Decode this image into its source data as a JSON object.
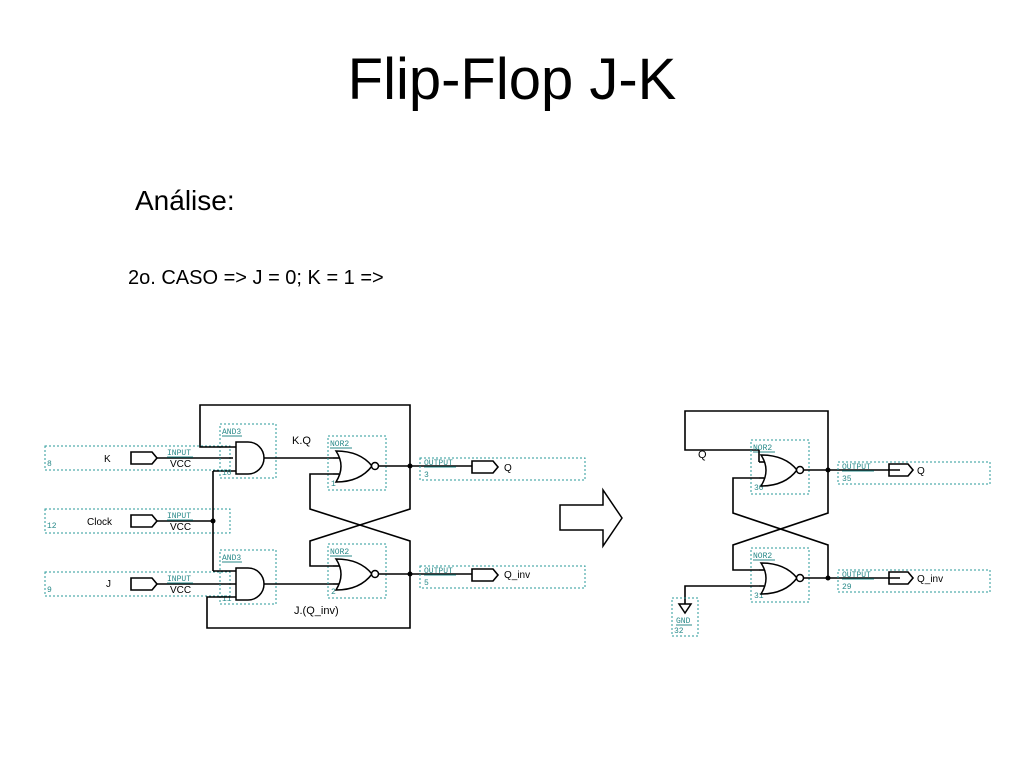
{
  "slide": {
    "title": "Flip-Flop J-K",
    "subtitle": "Análise:",
    "case_text": "2o. CASO  => J = 0; K = 1 =>"
  },
  "left_circuit": {
    "inputs": [
      {
        "pin": "8",
        "name": "K",
        "type": "INPUT",
        "supply": "VCC"
      },
      {
        "pin": "12",
        "name": "Clock",
        "type": "INPUT",
        "supply": "VCC"
      },
      {
        "pin": "9",
        "name": "J",
        "type": "INPUT",
        "supply": "VCC"
      }
    ],
    "gates": [
      {
        "type": "AND3",
        "pin": "10"
      },
      {
        "type": "AND3",
        "pin": "11"
      },
      {
        "type": "NOR2",
        "pin": "1"
      },
      {
        "type": "NOR2",
        "pin": "2"
      }
    ],
    "outputs": [
      {
        "pin": "3",
        "name": "Q",
        "type": "OUTPUT"
      },
      {
        "pin": "5",
        "name": "Q_inv",
        "type": "OUTPUT"
      }
    ],
    "net_labels": {
      "upper": "K.Q",
      "lower": "J.(Q_inv)"
    }
  },
  "arrow": {
    "icon": "right-arrow-icon"
  },
  "right_circuit": {
    "net_label": "Q",
    "gates": [
      {
        "type": "NOR2",
        "pin": "30"
      },
      {
        "type": "NOR2",
        "pin": "31"
      }
    ],
    "outputs": [
      {
        "pin": "35",
        "name": "Q",
        "type": "OUTPUT"
      },
      {
        "pin": "29",
        "name": "Q_inv",
        "type": "OUTPUT"
      }
    ],
    "ground": {
      "pin": "32",
      "name": "GND"
    }
  }
}
